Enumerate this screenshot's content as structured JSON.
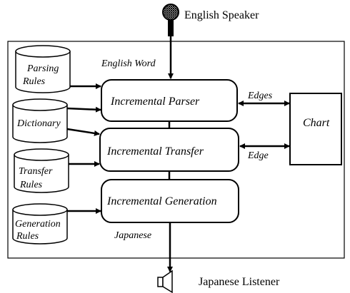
{
  "diagram": {
    "speaker_label": "English Speaker",
    "listener_label": "Japanese Listener",
    "input_label": "English Word",
    "output_label": "Japanese",
    "databases": {
      "parsing_rules": [
        "Parsing",
        "Rules"
      ],
      "dictionary": [
        "Dictionary"
      ],
      "transfer_rules": [
        "Transfer",
        "Rules"
      ],
      "generation_rules": [
        "Generation",
        "Rules"
      ]
    },
    "processes": {
      "parser": "Incremental Parser",
      "transfer": "Incremental Transfer",
      "generation": "Incremental Generation"
    },
    "chart_label": "Chart",
    "edges_label": "Edges",
    "edge_label": "Edge"
  }
}
